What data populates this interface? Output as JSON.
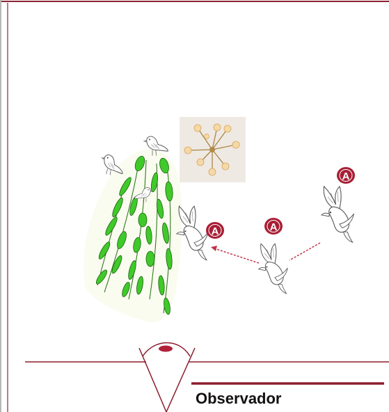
{
  "observer": {
    "label": "Observador"
  },
  "badges": [
    {
      "id": "badge-1",
      "label": "A"
    },
    {
      "id": "badge-2",
      "label": "A"
    },
    {
      "id": "badge-3",
      "label": "A"
    }
  ],
  "colors": {
    "frame": "#8b2232",
    "badge": "#a81f35",
    "leaf": "#3fca2a",
    "arrow": "#c13349",
    "observer_line": "#8b1d2f",
    "eye": "#b0213a"
  },
  "icons": {
    "bird": "dove-icon",
    "tree": "willow-tree-icon",
    "lamp": "chandelier-icon",
    "eye": "observer-eye-icon"
  }
}
